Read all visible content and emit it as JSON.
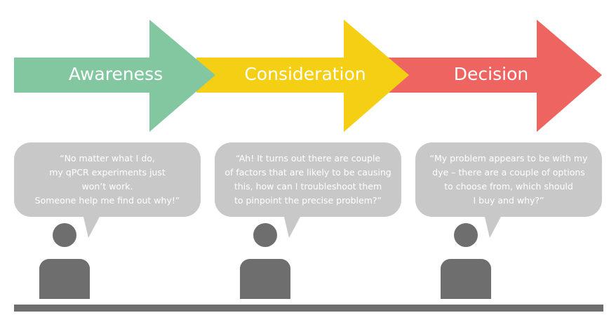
{
  "stages": [
    {
      "label": "Awareness",
      "color": "#82c7a0",
      "quote": [
        "“No matter what I do,",
        "my qPCR experiments just",
        "won’t work.",
        "Someone help me find out why!”"
      ]
    },
    {
      "label": "Consideration",
      "color": "#f5cf14",
      "quote": [
        "“Ah! It turns out there are couple",
        "of factors that are likely to be causing",
        "this, how can I troubleshoot them",
        "to pinpoint the precise problem?”"
      ]
    },
    {
      "label": "Decision",
      "color": "#ed6461",
      "quote": [
        "“My problem appears to be with my",
        "dye – there are a couple of options",
        "to choose from, which should",
        "I buy and why?”"
      ]
    }
  ],
  "colors": {
    "bubble": "#c8c8c8",
    "person": "#6e6e6e",
    "ground": "#6e6e6e"
  }
}
